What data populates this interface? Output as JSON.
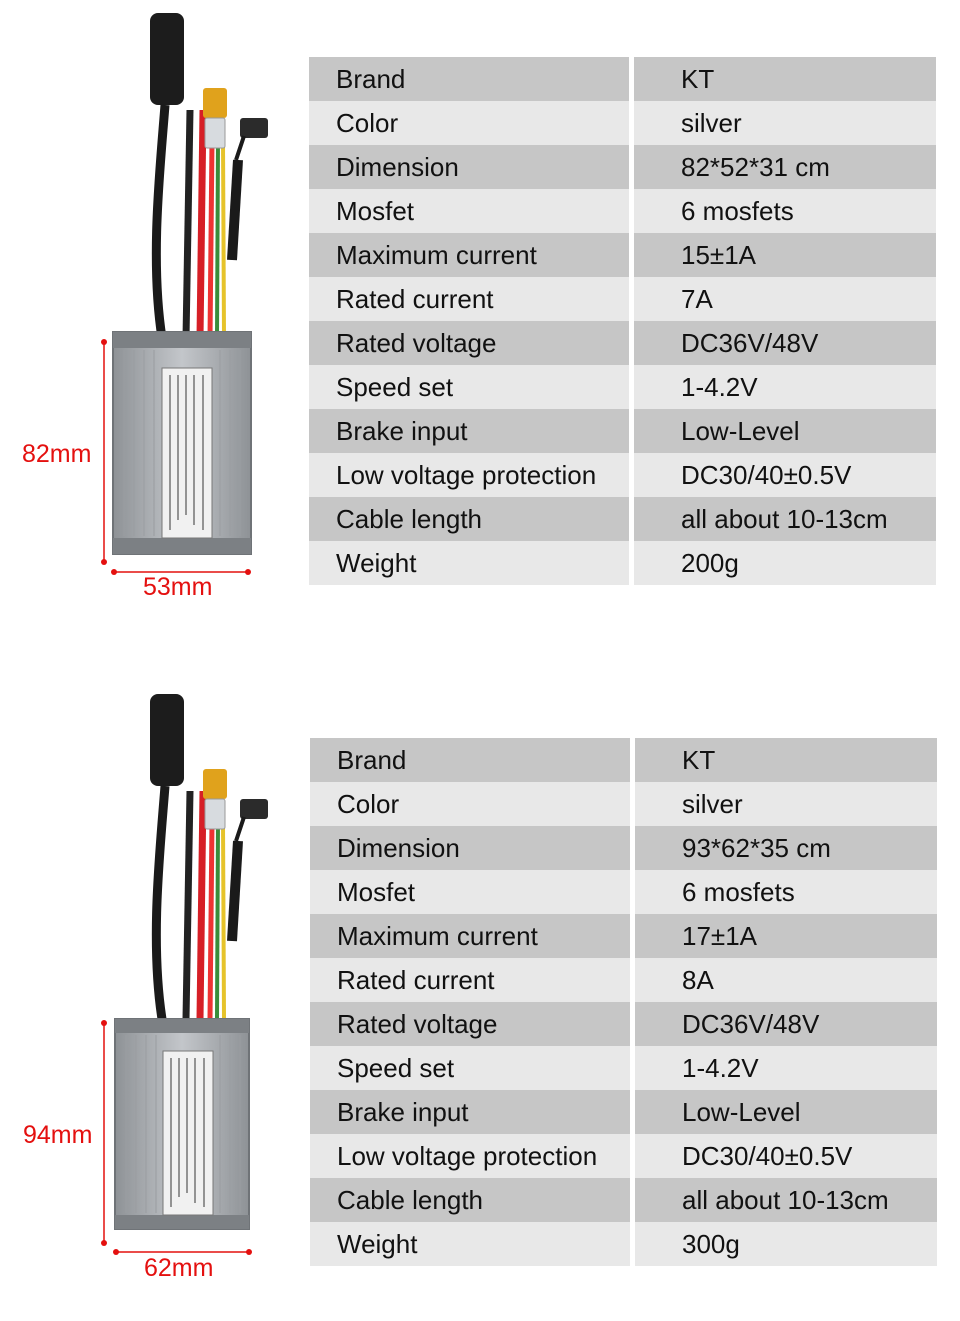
{
  "products": [
    {
      "dimension_labels": {
        "height": "82mm",
        "width": "53mm"
      },
      "specs": [
        {
          "label": "Brand",
          "value": "KT"
        },
        {
          "label": "Color",
          "value": "silver"
        },
        {
          "label": "Dimension",
          "value": "82*52*31 cm"
        },
        {
          "label": "Mosfet",
          "value": "6 mosfets"
        },
        {
          "label": "Maximum current",
          "value": "15±1A"
        },
        {
          "label": "Rated current",
          "value": "7A"
        },
        {
          "label": "Rated voltage",
          "value": "DC36V/48V"
        },
        {
          "label": "Speed set",
          "value": "1-4.2V"
        },
        {
          "label": "Brake input",
          "value": "Low-Level"
        },
        {
          "label": "Low voltage protection",
          "value": "DC30/40±0.5V"
        },
        {
          "label": "Cable length",
          "value": "all about 10-13cm"
        },
        {
          "label": "Weight",
          "value": "200g"
        }
      ]
    },
    {
      "dimension_labels": {
        "height": "94mm",
        "width": "62mm"
      },
      "specs": [
        {
          "label": "Brand",
          "value": "KT"
        },
        {
          "label": "Color",
          "value": "silver"
        },
        {
          "label": "Dimension",
          "value": "93*62*35 cm"
        },
        {
          "label": "Mosfet",
          "value": "6 mosfets"
        },
        {
          "label": "Maximum current",
          "value": "17±1A"
        },
        {
          "label": "Rated current",
          "value": "8A"
        },
        {
          "label": "Rated voltage",
          "value": "DC36V/48V"
        },
        {
          "label": "Speed set",
          "value": "1-4.2V"
        },
        {
          "label": "Brake input",
          "value": "Low-Level"
        },
        {
          "label": "Low voltage protection",
          "value": "DC30/40±0.5V"
        },
        {
          "label": "Cable length",
          "value": "all about 10-13cm"
        },
        {
          "label": "Weight",
          "value": "300g"
        }
      ]
    }
  ],
  "colors": {
    "dimension_red": "#e4100f",
    "row_dark": "#c6c6c6",
    "row_light": "#e8e8e8",
    "housing_silver": "#a9acb0"
  },
  "icons": {
    "product": "brushless-motor-controller-photo"
  }
}
